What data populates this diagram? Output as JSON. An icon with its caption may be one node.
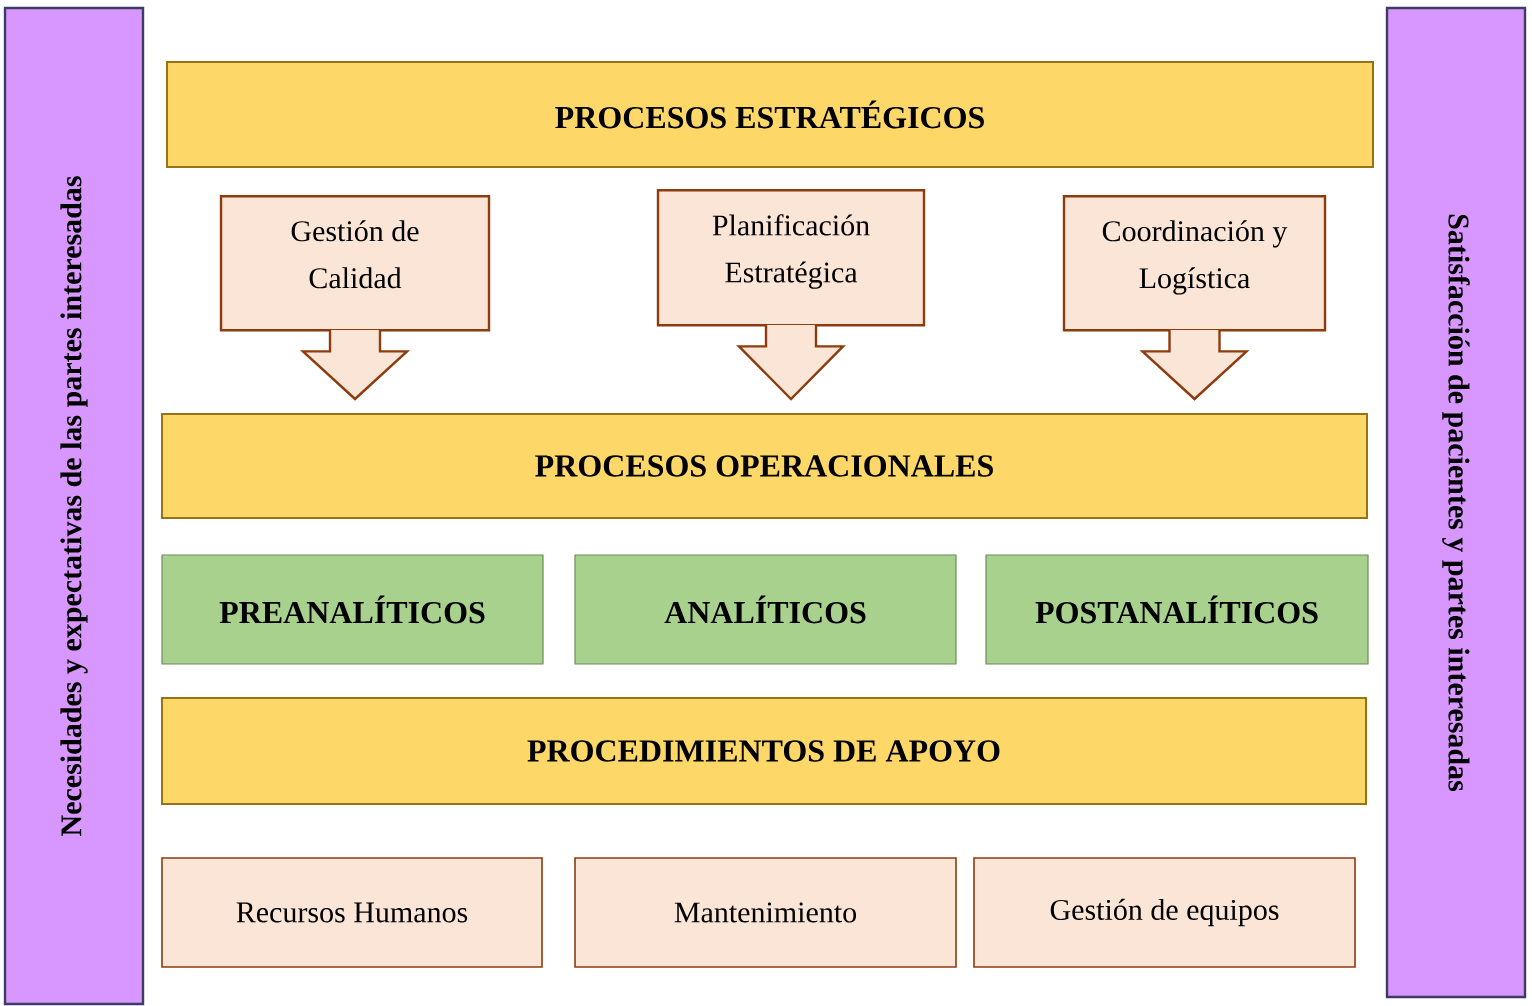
{
  "diagram": {
    "nodes": [
      {
        "text": [
          "Necesidades y expectativas de las partes interesadas"
        ]
      },
      {
        "text": [
          "PROCESOS ESTRATÉGICOS"
        ]
      },
      {
        "text": [
          "Gestión de Calidad"
        ]
      },
      {
        "text": [
          "Planificación Estratégica"
        ]
      },
      {
        "text": [
          "Coordinación y Logística"
        ]
      },
      {
        "text": [
          "PROCESOS OPERACIONALES"
        ]
      },
      {
        "text": [
          "PREANALÍTICOS"
        ]
      },
      {
        "text": [
          "ANALÍTICOS"
        ]
      },
      {
        "text": [
          "POSTANALÍTICOS"
        ]
      },
      {
        "text": [
          "PROCEDIMIENTOS DE APOYO"
        ]
      },
      {
        "text": [
          "Recursos Humanos"
        ]
      },
      {
        "text": [
          "Mantenimiento"
        ]
      },
      {
        "text": [
          "Gestión de equipos"
        ]
      },
      {
        "text": [
          "Satisfacción de pacientes y partes interesadas"
        ]
      }
    ],
    "edges": [
      {
        "from": 2,
        "to": 5,
        "arrow": "to"
      },
      {
        "from": 3,
        "to": 5,
        "arrow": "to"
      },
      {
        "from": 4,
        "to": 5,
        "arrow": "to"
      }
    ]
  }
}
